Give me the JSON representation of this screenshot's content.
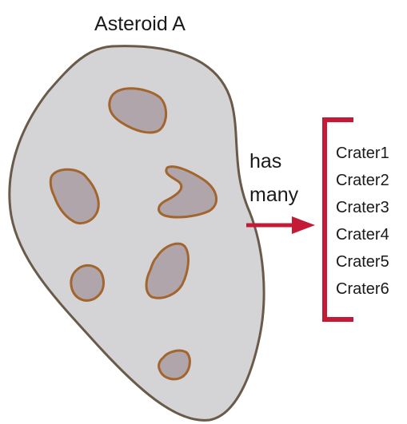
{
  "diagram": {
    "title": "Asteroid A",
    "relation": {
      "line1": "has",
      "line2": "many"
    },
    "craters": [
      "Crater1",
      "Crater2",
      "Crater3",
      "Crater4",
      "Crater5",
      "Crater6"
    ],
    "colors": {
      "asteroid_fill": "#d4d4d6",
      "asteroid_stroke": "#6a5a4a",
      "crater_fill": "#b0a5aa",
      "crater_stroke": "#a2652e",
      "arrow": "#c41a35",
      "bracket": "#c41a35"
    }
  }
}
